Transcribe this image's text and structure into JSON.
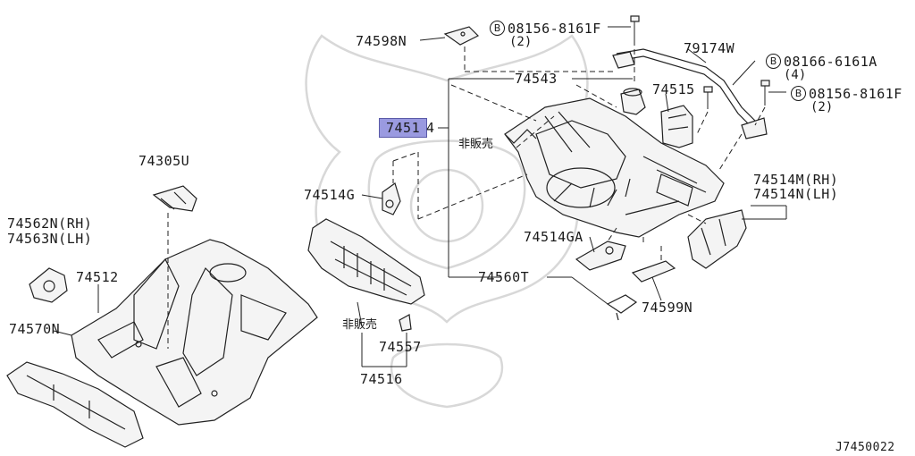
{
  "diagram_id": "J7450022",
  "labels": {
    "p74598N": "74598N",
    "bolt_top": "08156-8161F",
    "bolt_top_qty": "(2)",
    "p79174W": "79174W",
    "bolt_right1": "08166-6161A",
    "bolt_right1_qty": "(4)",
    "p74543": "74543",
    "p74515": "74515",
    "bolt_right2": "08156-8161F",
    "bolt_right2_qty": "(2)",
    "p74514_prefix": "7451",
    "p74514_suffix": "4",
    "not_for_sale_1": "非販売",
    "p74305U": "74305U",
    "p74514G": "74514G",
    "p74514M": "74514M(RH)",
    "p74514N": "74514N(LH)",
    "p74562N": "74562N(RH)",
    "p74563N": "74563N(LH)",
    "p74512": "74512",
    "p74514GA": "74514GA",
    "p74560T": "74560T",
    "p74599N": "74599N",
    "p74570N": "74570N",
    "not_for_sale_2": "非販売",
    "p74557": "74557",
    "p74516": "74516",
    "bolt_symbol": "B"
  }
}
